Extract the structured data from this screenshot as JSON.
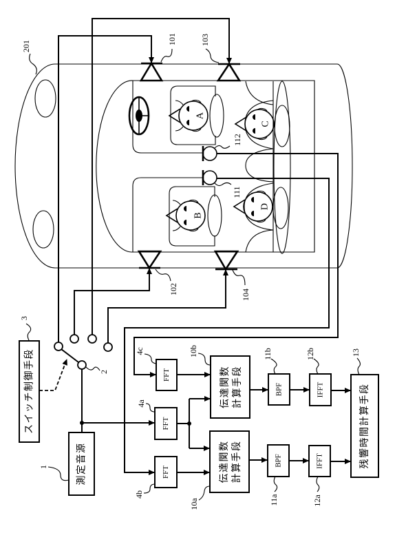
{
  "colors": {
    "ink": "#000000",
    "paper": "#ffffff"
  },
  "vehicle": {
    "ref": "201",
    "icon": "car-outline-icon"
  },
  "steering_wheel": {
    "icon": "steering-wheel-icon"
  },
  "occupants": [
    {
      "label": "A"
    },
    {
      "label": "B"
    },
    {
      "label": "C"
    },
    {
      "label": "D"
    }
  ],
  "speakers": [
    {
      "ref": "101",
      "icon": "speaker-icon"
    },
    {
      "ref": "102",
      "icon": "speaker-icon"
    },
    {
      "ref": "103",
      "icon": "speaker-icon"
    },
    {
      "ref": "104",
      "icon": "speaker-icon"
    }
  ],
  "microphones": [
    {
      "ref": "111",
      "icon": "microphone-icon"
    },
    {
      "ref": "112",
      "icon": "microphone-icon"
    }
  ],
  "switch": {
    "ref": "2",
    "icon": "selector-switch-icon"
  },
  "switch_control": {
    "ref": "3",
    "label": "スイッチ制御手段"
  },
  "sound_source": {
    "ref": "1",
    "label": "測定音源"
  },
  "fft": [
    {
      "ref": "4a",
      "label": "FFT"
    },
    {
      "ref": "4b",
      "label": "FFT"
    },
    {
      "ref": "4c",
      "label": "FFT"
    }
  ],
  "transfer_function_calc": [
    {
      "ref": "10a",
      "label": [
        "伝達関数",
        "計算手段"
      ]
    },
    {
      "ref": "10b",
      "label": [
        "伝達関数",
        "計算手段"
      ]
    }
  ],
  "bpf": [
    {
      "ref": "11a",
      "label": "BPF"
    },
    {
      "ref": "11b",
      "label": "BPF"
    }
  ],
  "ifft": [
    {
      "ref": "12a",
      "label": "IFFT"
    },
    {
      "ref": "12b",
      "label": "IFFT"
    }
  ],
  "reverb_time_calc": {
    "ref": "13",
    "label": "残響時間計算手段"
  }
}
